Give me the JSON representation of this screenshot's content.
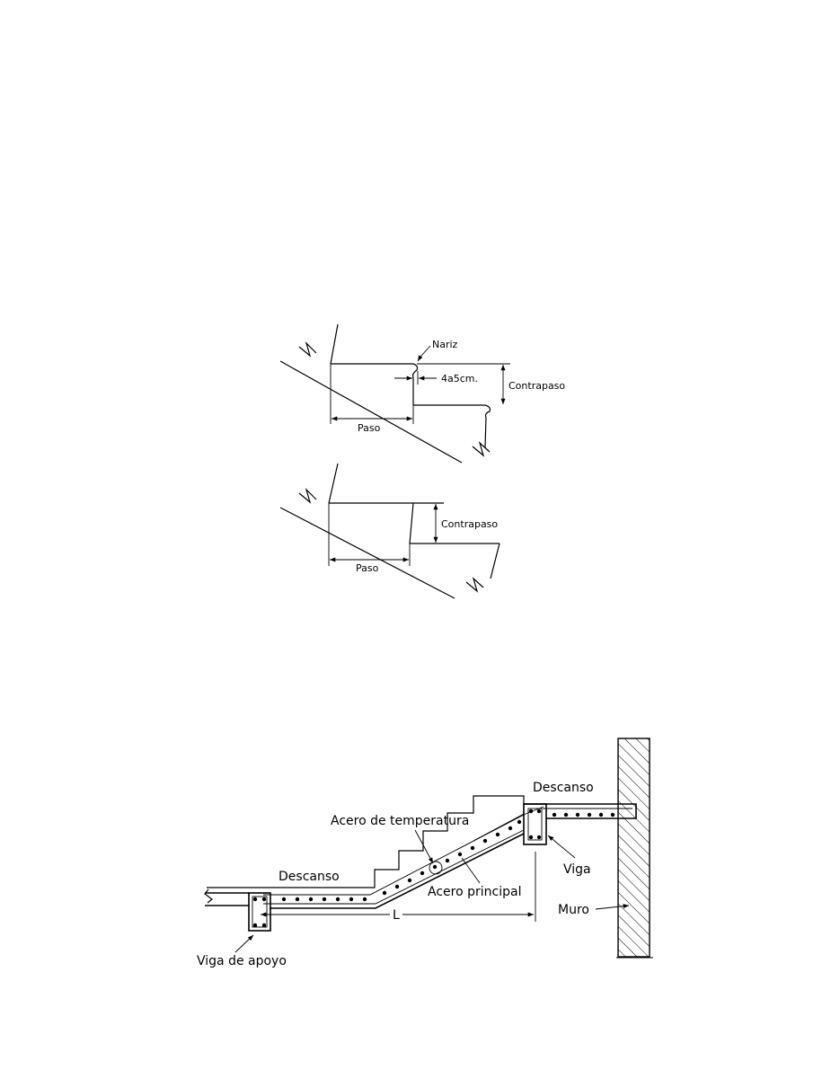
{
  "figure1": {
    "label_nariz": "Nariz",
    "label_dim": "4a5cm.",
    "label_contrapaso": "Contrapaso",
    "label_paso": "Paso"
  },
  "figure2": {
    "label_contrapaso": "Contrapaso",
    "label_paso": "Paso"
  },
  "figure3": {
    "label_descanso_upper": "Descanso",
    "label_descanso_lower": "Descanso",
    "label_acero_temperatura": "Acero de temperatura",
    "label_acero_principal": "Acero principal",
    "label_viga": "Viga",
    "label_muro": "Muro",
    "label_viga_apoyo": "Viga de apoyo",
    "label_L": "L"
  }
}
